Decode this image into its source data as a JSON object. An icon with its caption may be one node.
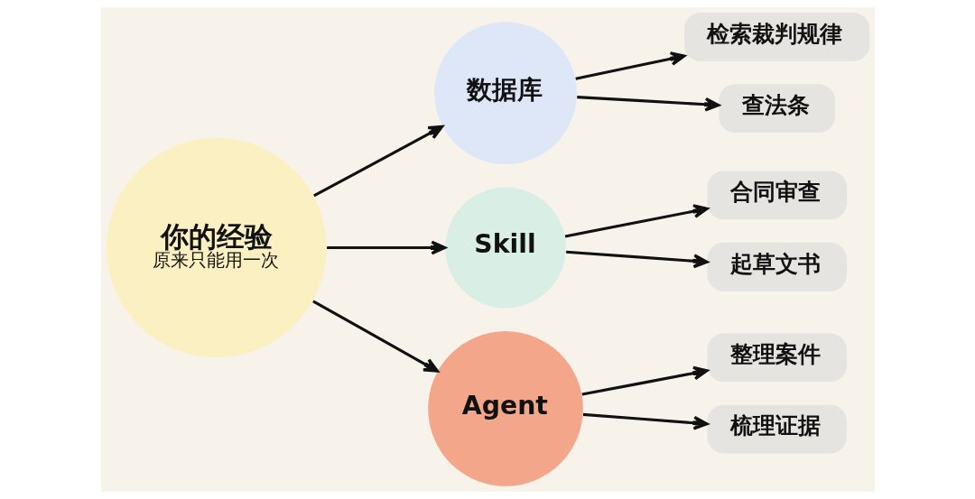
{
  "diagram": {
    "nodes": [
      {
        "text": [
          "你的经验",
          "原来只能用一次"
        ]
      },
      {
        "text": [
          "数据库"
        ]
      },
      {
        "text": [
          "Skill"
        ]
      },
      {
        "text": [
          "Agent"
        ]
      },
      {
        "text": [
          "检索裁判规律"
        ]
      },
      {
        "text": [
          "查法条"
        ]
      },
      {
        "text": [
          "合同审查"
        ]
      },
      {
        "text": [
          "起草文书"
        ]
      },
      {
        "text": [
          "整理案件"
        ]
      },
      {
        "text": [
          "梳理证据"
        ]
      }
    ],
    "edges": [
      {
        "from": 0,
        "to": 1,
        "arrow": "to"
      },
      {
        "from": 0,
        "to": 2,
        "arrow": "to"
      },
      {
        "from": 0,
        "to": 3,
        "arrow": "to"
      },
      {
        "from": 1,
        "to": 4,
        "arrow": "to"
      },
      {
        "from": 1,
        "to": 5,
        "arrow": "to"
      },
      {
        "from": 2,
        "to": 6,
        "arrow": "to"
      },
      {
        "from": 2,
        "to": 7,
        "arrow": "to"
      },
      {
        "from": 3,
        "to": 8,
        "arrow": "to"
      },
      {
        "from": 3,
        "to": 9,
        "arrow": "to"
      }
    ]
  }
}
